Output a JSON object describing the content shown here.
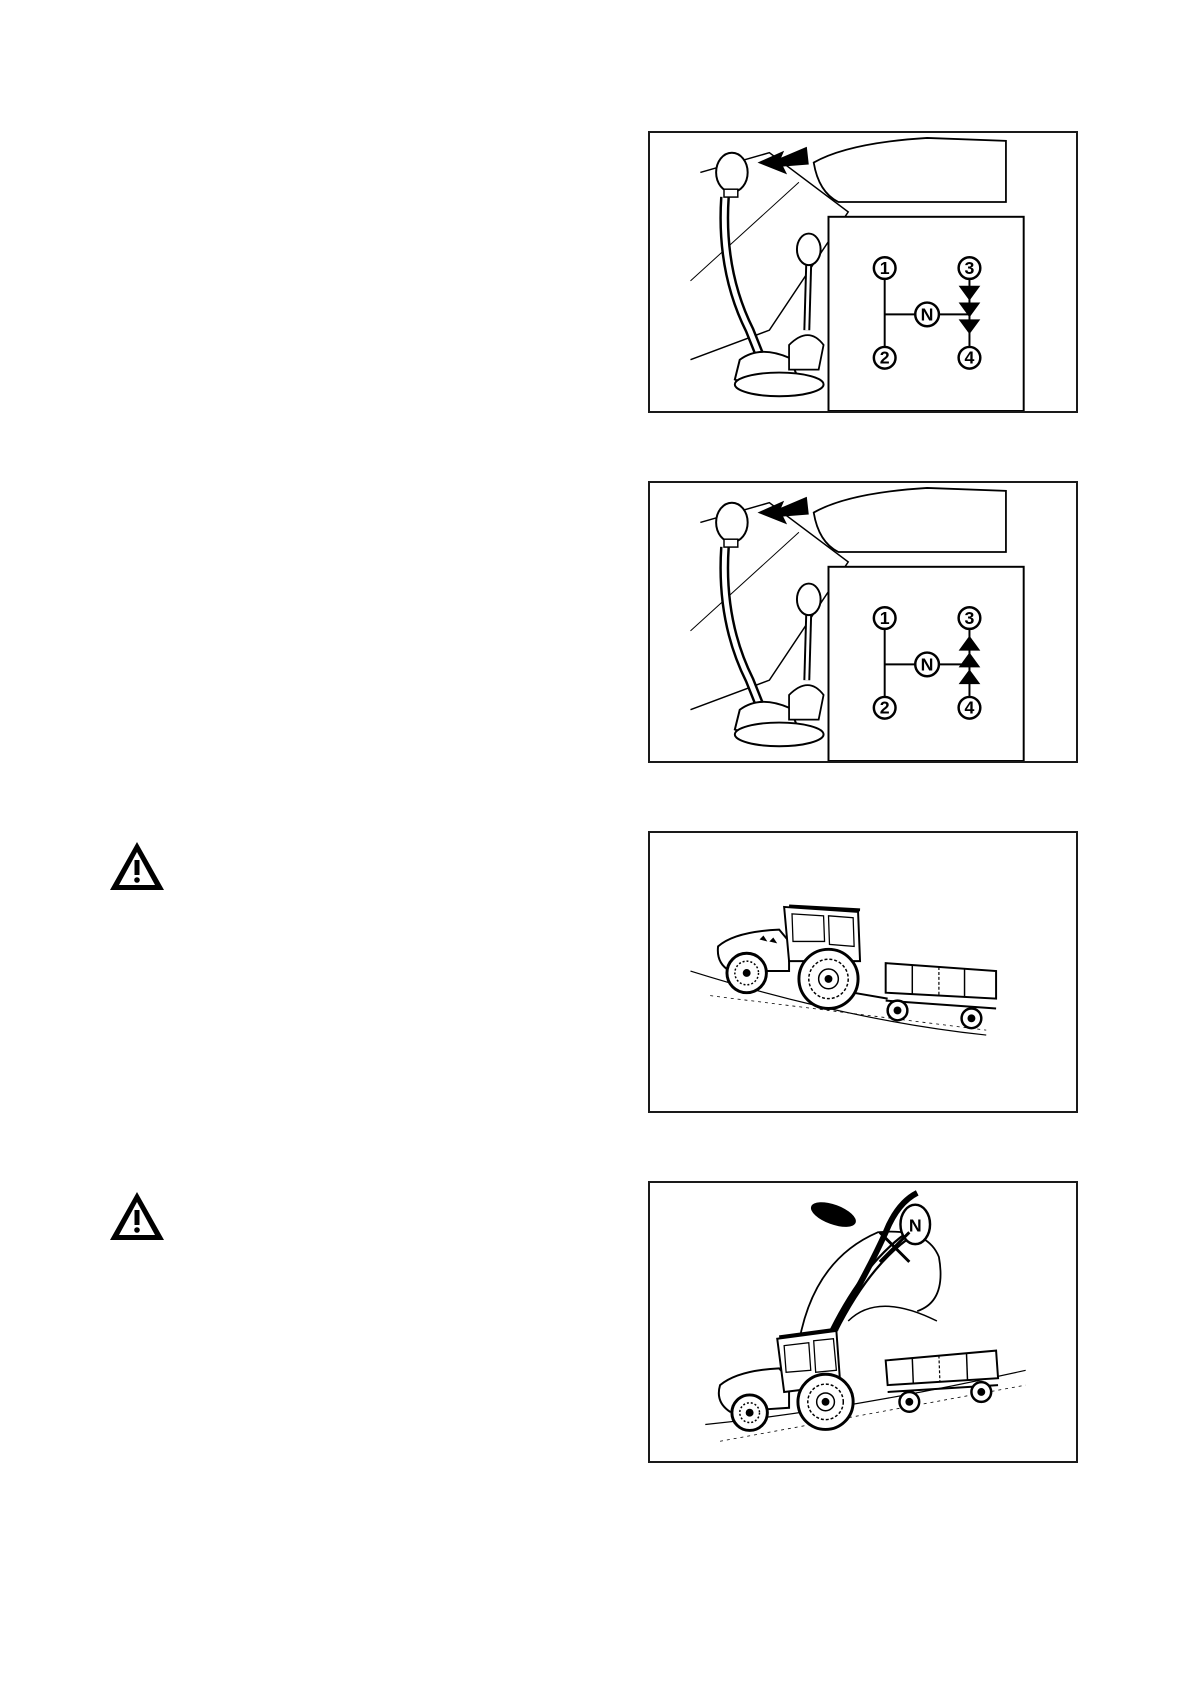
{
  "page": {
    "figures": [
      {
        "id": "fig-shift-down",
        "gear_labels": [
          "1",
          "2",
          "N",
          "3",
          "4"
        ],
        "arrow_direction": "down"
      },
      {
        "id": "fig-shift-up",
        "gear_labels": [
          "1",
          "2",
          "N",
          "3",
          "4"
        ],
        "arrow_direction": "up"
      },
      {
        "id": "fig-tractor-slope"
      },
      {
        "id": "fig-tractor-neutral",
        "inset_label": "N"
      }
    ],
    "warnings": [
      {
        "icon": "warning-triangle-icon"
      },
      {
        "icon": "warning-triangle-icon"
      }
    ]
  }
}
